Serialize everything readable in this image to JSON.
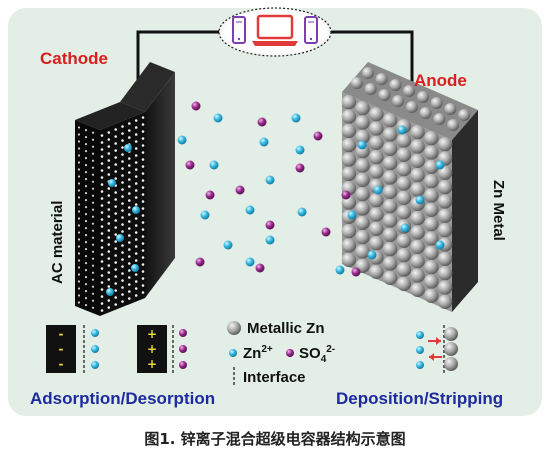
{
  "labels": {
    "cathode": "Cathode",
    "anode": "Anode",
    "ac_material": "AC material",
    "zn_metal": "Zn Metal",
    "adsorption": "Adsorption/Desorption",
    "deposition": "Deposition/Stripping",
    "interface": "Interface"
  },
  "legend": {
    "metallic_zn": "Metallic Zn",
    "zn_ion": "Zn",
    "zn_ion_sup": "2+",
    "sulfate": "SO",
    "sulfate_sub": "4",
    "sulfate_sup": "2-"
  },
  "electrode_signs": {
    "negative": [
      "-",
      "-",
      "-"
    ],
    "positive": [
      "+",
      "+",
      "+"
    ]
  },
  "caption": "图1. 锌离子混合超级电容器结构示意图",
  "icons": [
    "smartphone-icon",
    "laptop-icon",
    "smartphone-icon",
    "circuit-wire",
    "zn-ion-icon",
    "sulfate-ion-icon",
    "zn-atom-icon",
    "arrow-icon"
  ],
  "colors": {
    "background_panel": "#e3efe6",
    "label_red": "#d81e1e",
    "label_blue": "#1e2a9e",
    "zn_ion": "#35b8e0",
    "sulfate": "#9b2a8f",
    "device_red": "#e23a3a",
    "device_purple": "#7a3fb0",
    "electrode_plus": "#e8d63a"
  }
}
